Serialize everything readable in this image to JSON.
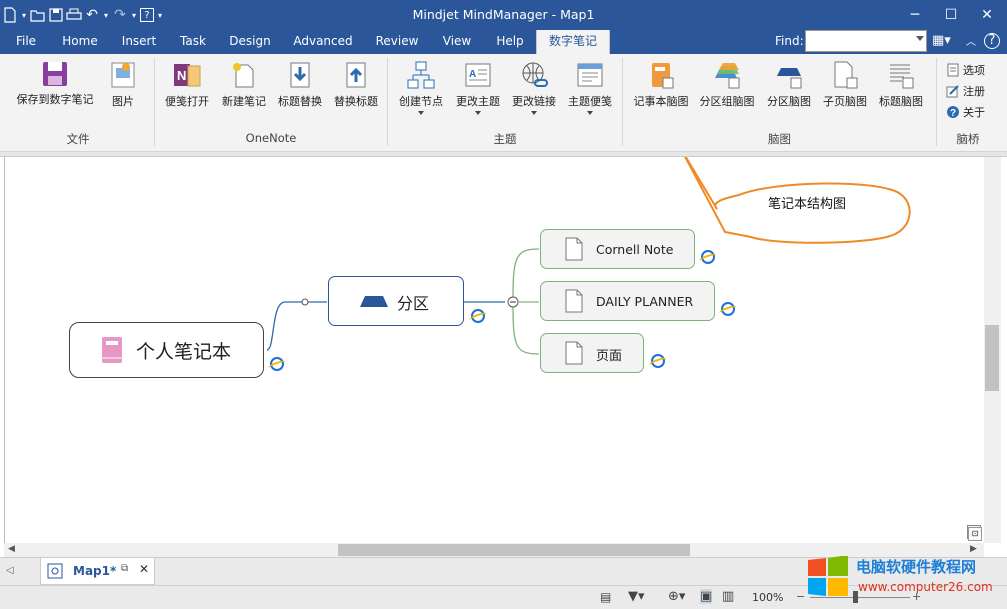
{
  "app": {
    "title": "Mindjet MindManager - Map1"
  },
  "qat": {
    "items": [
      "new-icon",
      "open-icon",
      "save-icon",
      "print-icon",
      "undo-icon",
      "redo-icon",
      "help-icon"
    ],
    "help_label": "?"
  },
  "window": {
    "minimize": "─",
    "restore": "☐",
    "close": "✕"
  },
  "tabs": [
    "File",
    "Home",
    "Insert",
    "Task",
    "Design",
    "Advanced",
    "Review",
    "View",
    "Help",
    "数字笔记"
  ],
  "active_tab": "数字笔记",
  "find": {
    "label": "Find:",
    "value": ""
  },
  "ribbon": {
    "file_group": {
      "label": "文件",
      "buttons": [
        "保存到数字笔记",
        "图片"
      ]
    },
    "onenote_group": {
      "label": "OneNote",
      "buttons": [
        "便笺打开",
        "新建笔记",
        "标题替换",
        "替换标题"
      ]
    },
    "topic_group": {
      "label": "主题",
      "buttons": [
        "创建节点",
        "更改主题",
        "更改链接",
        "主题便笺"
      ]
    },
    "map_group": {
      "label": "脑图",
      "buttons": [
        "记事本脑图",
        "分区组脑图",
        "分区脑图",
        "子页脑图",
        "标题脑图"
      ]
    },
    "bridge_group": {
      "label": "脑桥",
      "buttons": [
        "选项",
        "注册",
        "关于"
      ]
    }
  },
  "map": {
    "central": "个人笔记本",
    "section": "分区",
    "pages": [
      "Cornell Note",
      "DAILY PLANNER",
      "页面"
    ],
    "callout": "笔记本结构图"
  },
  "doc_tab": {
    "label": "Map1*"
  },
  "status": {
    "zoom": "100%"
  },
  "watermark": {
    "line1": "电脑软硬件教程网",
    "line2": "www.computer26.com"
  },
  "colors": {
    "titlebar": "#2b579a",
    "callout_border": "#f08a24",
    "node_border": "#7fb27f",
    "central_border": "#444444",
    "section_border": "#2b579a"
  }
}
